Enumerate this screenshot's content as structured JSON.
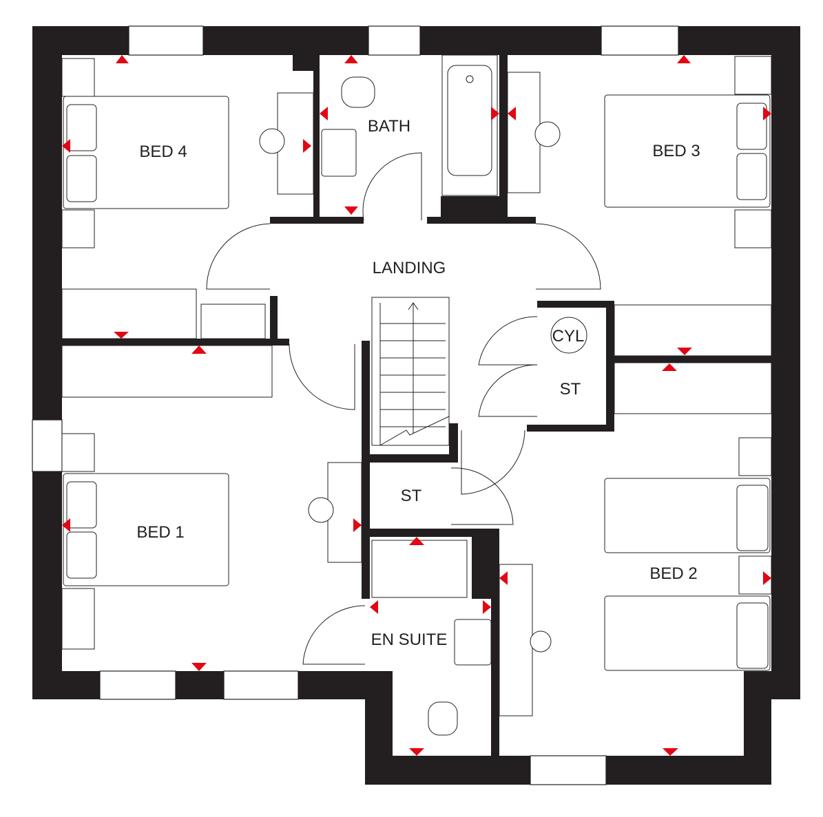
{
  "rooms": {
    "bed4": "BED 4",
    "bath": "BATH",
    "bed3": "BED 3",
    "landing": "LANDING",
    "cylinder": "CYL",
    "store_upper": "ST",
    "bed1": "BED 1",
    "store_lower": "ST",
    "en_suite": "EN SUITE",
    "bed2": "BED 2"
  },
  "colors": {
    "wall": "#231f20",
    "marker": "#e30613"
  }
}
